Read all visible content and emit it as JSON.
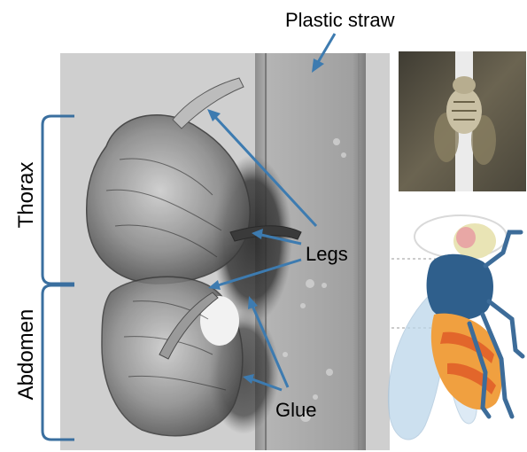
{
  "labels": {
    "plastic_straw": "Plastic straw",
    "thorax": "Thorax",
    "abdomen": "Abdomen",
    "legs": "Legs",
    "glue": "Glue"
  },
  "colors": {
    "arrow": "#3d7bb0",
    "bracket": "#3a6f9f",
    "label_text": "#000000",
    "xray_background": "#c9c9c9",
    "straw": "#a6a6a6",
    "photo_background": "#5a5546",
    "fly_thorax": "#2f5f8c",
    "fly_abdomen": "#e7782c",
    "fly_wing": "#bcd6ea",
    "fly_eye": "#e8a7a5"
  }
}
